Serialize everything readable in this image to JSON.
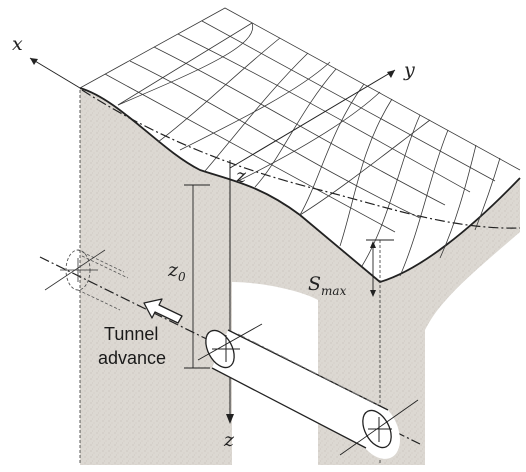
{
  "axes": {
    "x": "x",
    "y": "y",
    "z": "z"
  },
  "labels": {
    "z0_main": "z",
    "z0_sub": "0",
    "smax_main": "S",
    "smax_sub": "max",
    "tunnel_line1": "Tunnel",
    "tunnel_line2": "advance"
  },
  "colors": {
    "soil": "#d9d5cf",
    "soil_edge": "#b9b4ac",
    "lines": "#2b2b2b"
  }
}
